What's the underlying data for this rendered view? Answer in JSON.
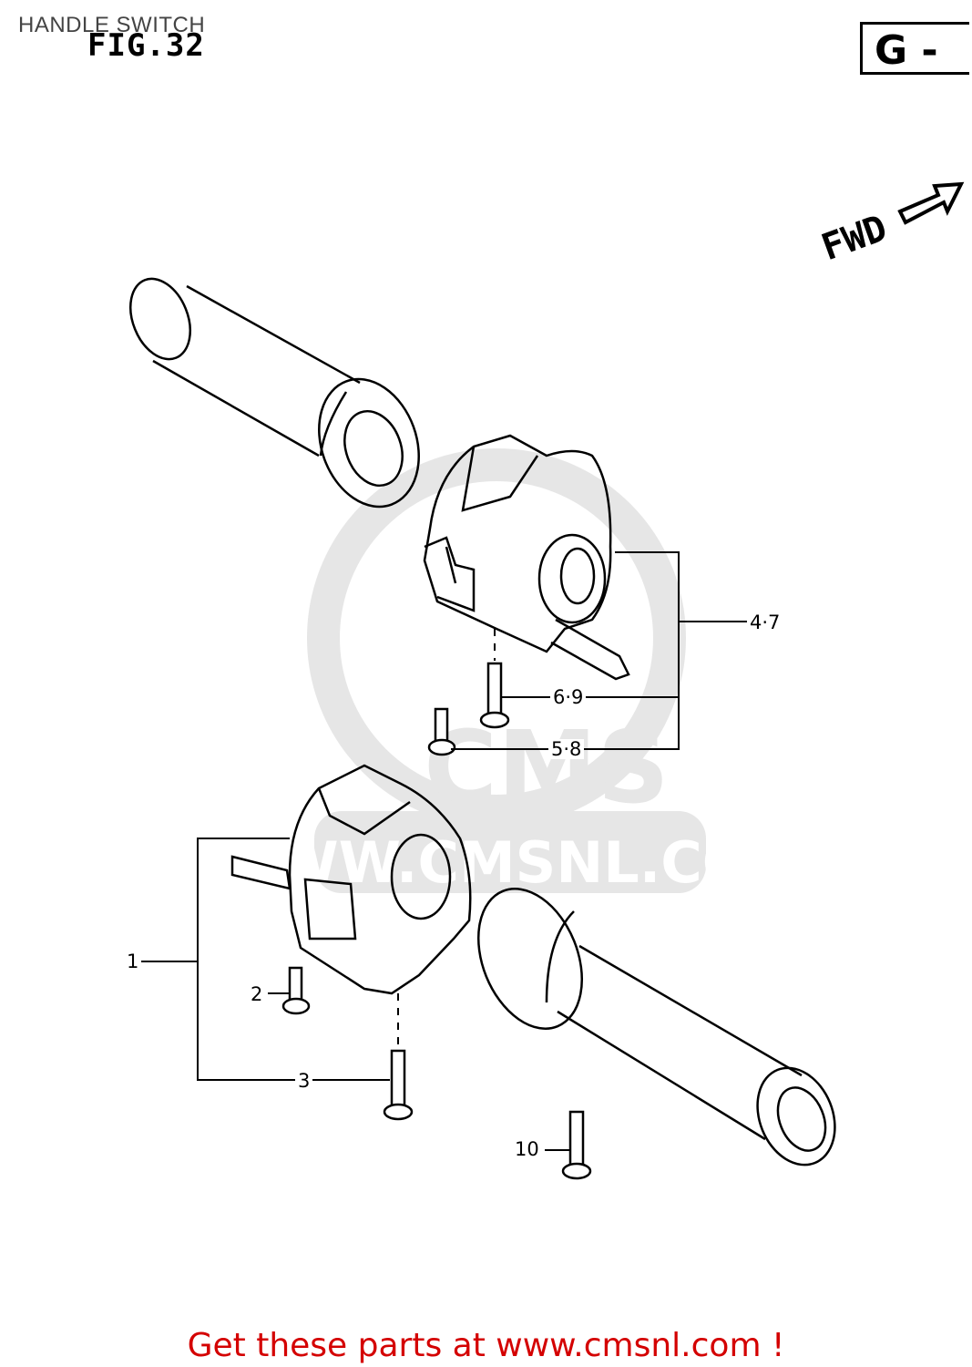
{
  "page": {
    "heading": "HANDLE SWITCH",
    "figure_label": "FIG.32",
    "group_code": "G -",
    "direction_label": "FWD",
    "promo_text": "Get these parts at www.cmsnl.com !",
    "promo_color": "#d40000",
    "watermark_text": "WWW.CMSNL.COM",
    "watermark_logo_text": "CMS"
  },
  "callouts": [
    {
      "id": "c-47",
      "label": "4·7"
    },
    {
      "id": "c-69",
      "label": "6·9"
    },
    {
      "id": "c-58",
      "label": "5·8"
    },
    {
      "id": "c-1",
      "label": "1"
    },
    {
      "id": "c-2",
      "label": "2"
    },
    {
      "id": "c-3",
      "label": "3"
    },
    {
      "id": "c-10",
      "label": "10"
    }
  ],
  "parts": [
    {
      "name": "left-grip",
      "icon": "handlebar-grip"
    },
    {
      "name": "right-switch-housing",
      "icon": "switch-housing"
    },
    {
      "name": "left-switch-housing",
      "icon": "switch-housing"
    },
    {
      "name": "right-grip",
      "icon": "handlebar-grip"
    },
    {
      "name": "screw",
      "icon": "screw"
    }
  ]
}
